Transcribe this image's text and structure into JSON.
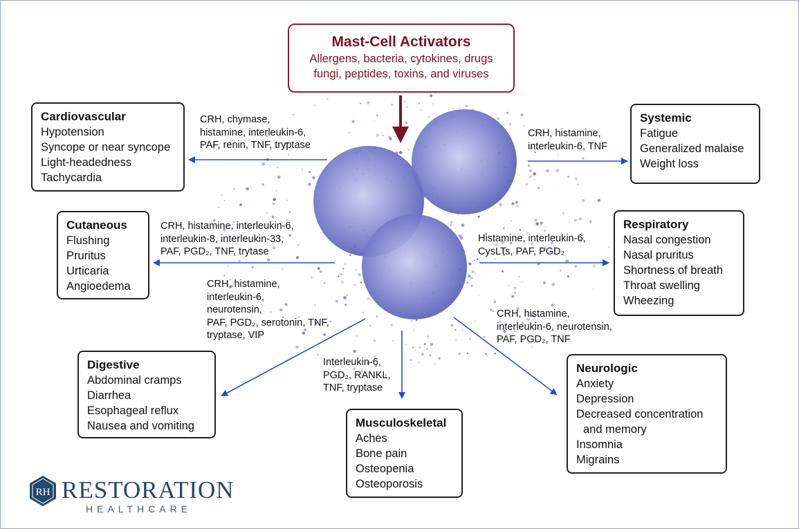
{
  "activators": {
    "title": "Mast-Cell Activators",
    "lines": [
      "Allergens, bacteria, cytokines, drugs",
      "fungi, peptides, toxins, and viruses"
    ]
  },
  "systems": {
    "cardiovascular": {
      "title": "Cardiovascular",
      "items": [
        "Hypotension",
        "Syncope or near syncope",
        "Light-headedness",
        "Tachycardia"
      ]
    },
    "systemic": {
      "title": "Systemic",
      "items": [
        "Fatigue",
        "Generalized malaise",
        "Weight loss"
      ]
    },
    "cutaneous": {
      "title": "Cutaneous",
      "items": [
        "Flushing",
        "Pruritus",
        "Urticaria",
        "Angioedema"
      ]
    },
    "respiratory": {
      "title": "Respiratory",
      "items": [
        "Nasal congestion",
        "Nasal pruritus",
        "Shortness of breath",
        "Throat swelling",
        "Wheezing"
      ]
    },
    "digestive": {
      "title": "Digestive",
      "items": [
        "Abdominal cramps",
        "Diarrhea",
        "Esophageal reflux",
        "Nausea and vomiting"
      ]
    },
    "musculoskeletal": {
      "title": "Musculoskeletal",
      "items": [
        "Aches",
        "Bone pain",
        "Osteopenia",
        "Osteoporosis"
      ]
    },
    "neurologic": {
      "title": "Neurologic",
      "items": [
        "Anxiety",
        "Depression",
        "Decreased concentration",
        "and memory",
        "Insomnia",
        "Migrains"
      ]
    }
  },
  "mediators": {
    "cardiovascular": [
      "CRH, chymase,",
      "histamine, interleukin-6,",
      "PAF, renin, TNF, tryptase"
    ],
    "systemic": [
      "CRH, histamine,",
      "interleukin-6, TNF"
    ],
    "cutaneous": [
      "CRH, histamine, interleukin-6,",
      "interleukin-8, interleukin-33,",
      "PAF, PGD₂, TNF, trytase"
    ],
    "respiratory": [
      "Histamine, interleukin-6,",
      "CysLTs, PAF, PGD₂"
    ],
    "digestive": [
      "CRH, histamine,",
      "interleukin-6,",
      "neurotensin,",
      "PAF, PGD₂, serotonin, TNF,",
      "tryptase, VIP"
    ],
    "musculoskeletal": [
      "Interleukin-6,",
      "PGD₂, RANKL,",
      "TNF, tryptase"
    ],
    "neurologic": [
      "CRH, histamine,",
      "interleukin-6, neurotensin,",
      "PAF, PGD₂, TNF"
    ]
  },
  "logo": {
    "monogram": "RH",
    "name": "RESTORATION",
    "subtitle": "HEALTHCARE"
  },
  "colors": {
    "arrow": "#1f4fd6",
    "activator": "#7a1424",
    "cell": "#6e75c4",
    "brand": "#27486d"
  }
}
